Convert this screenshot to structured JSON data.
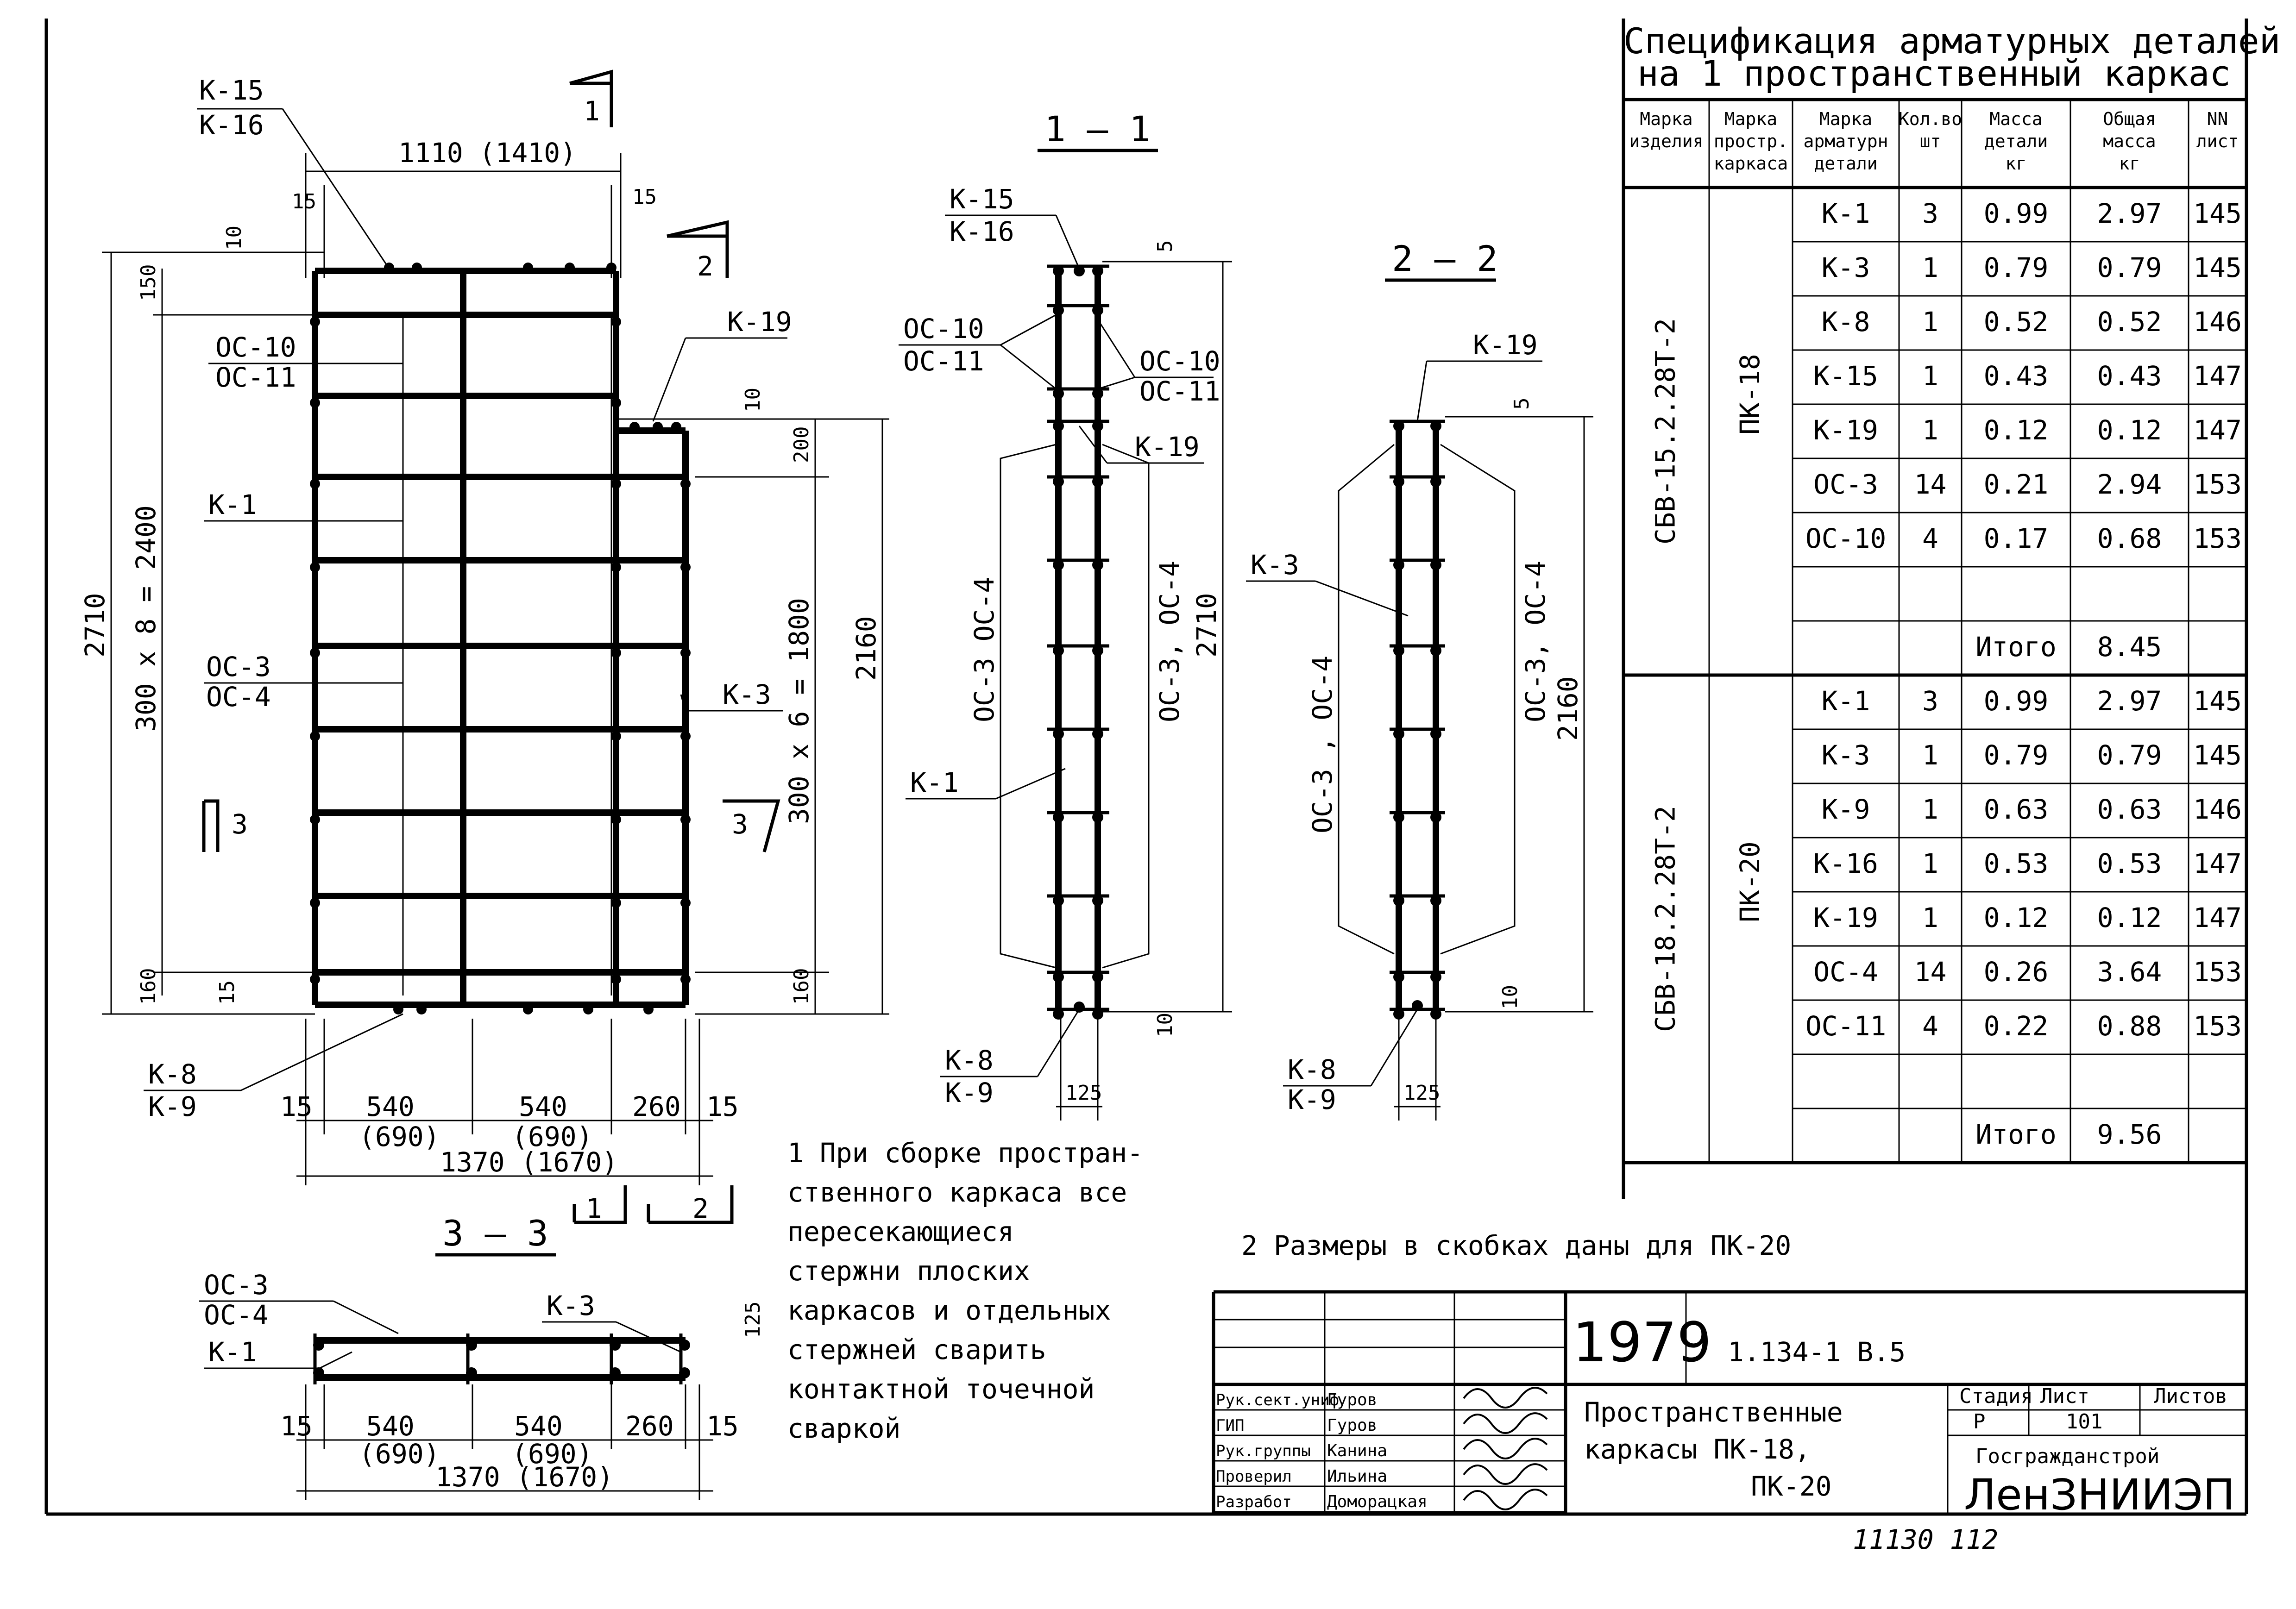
{
  "spec": {
    "title_line1": "Спецификация арматурных деталей",
    "title_line2": "на 1 пространственный каркас",
    "headers": {
      "mark_item": [
        "Марка",
        "изделия"
      ],
      "mark_frame": [
        "Марка",
        "простр.",
        "каркаса"
      ],
      "mark_detail": [
        "Марка",
        "арматурн",
        "детали"
      ],
      "qty": [
        "Кол.во",
        "шт"
      ],
      "mass": [
        "Масса",
        "детали",
        "кг"
      ],
      "total_mass": [
        "Общая",
        "масса",
        "кг"
      ],
      "sheet_no": [
        "NN",
        "лист"
      ]
    },
    "groups": [
      {
        "item": "СБВ-15.2.28Т-2",
        "frame": "ПК-18",
        "rows": [
          {
            "mark": "К-1",
            "qty": "3",
            "mass": "0.99",
            "total": "2.97",
            "sheet": "145"
          },
          {
            "mark": "К-3",
            "qty": "1",
            "mass": "0.79",
            "total": "0.79",
            "sheet": "145"
          },
          {
            "mark": "К-8",
            "qty": "1",
            "mass": "0.52",
            "total": "0.52",
            "sheet": "146"
          },
          {
            "mark": "К-15",
            "qty": "1",
            "mass": "0.43",
            "total": "0.43",
            "sheet": "147"
          },
          {
            "mark": "К-19",
            "qty": "1",
            "mass": "0.12",
            "total": "0.12",
            "sheet": "147"
          },
          {
            "mark": "ОС-3",
            "qty": "14",
            "mass": "0.21",
            "total": "2.94",
            "sheet": "153"
          },
          {
            "mark": "ОС-10",
            "qty": "4",
            "mass": "0.17",
            "total": "0.68",
            "sheet": "153"
          }
        ],
        "total_label": "Итого",
        "total_value": "8.45"
      },
      {
        "item": "СБВ-18.2.28Т-2",
        "frame": "ПК-20",
        "rows": [
          {
            "mark": "К-1",
            "qty": "3",
            "mass": "0.99",
            "total": "2.97",
            "sheet": "145"
          },
          {
            "mark": "К-3",
            "qty": "1",
            "mass": "0.79",
            "total": "0.79",
            "sheet": "145"
          },
          {
            "mark": "К-9",
            "qty": "1",
            "mass": "0.63",
            "total": "0.63",
            "sheet": "146"
          },
          {
            "mark": "К-16",
            "qty": "1",
            "mass": "0.53",
            "total": "0.53",
            "sheet": "147"
          },
          {
            "mark": "К-19",
            "qty": "1",
            "mass": "0.12",
            "total": "0.12",
            "sheet": "147"
          },
          {
            "mark": "ОС-4",
            "qty": "14",
            "mass": "0.26",
            "total": "3.64",
            "sheet": "153"
          },
          {
            "mark": "ОС-11",
            "qty": "4",
            "mass": "0.22",
            "total": "0.88",
            "sheet": "153"
          }
        ],
        "total_label": "Итого",
        "total_value": "9.56"
      }
    ]
  },
  "front_view": {
    "top_label": [
      "К-15",
      "К-16"
    ],
    "top_dim": "1110 (1410)",
    "side_dim_total": "2710",
    "side_dim_main": "300 x 8 = 2400",
    "dim_150": "150",
    "dim_160": "160",
    "dim_15": "15",
    "dim_10": "10",
    "os10_label": [
      "ОС-10",
      "ОС-11"
    ],
    "k19_label": "К-19",
    "k1_label": "К-1",
    "os3_label": [
      "ОС-3",
      "ОС-4"
    ],
    "k3_label": "К-3",
    "right_dim_total": "2160",
    "right_dim_main": "300 x 6 = 1800",
    "dim_200": "200",
    "k8_label": [
      "К-8",
      "К-9"
    ],
    "bottom_dims": [
      "15",
      "540",
      "540",
      "260",
      "15"
    ],
    "bottom_dims_alt": [
      "(690)",
      "(690)"
    ],
    "bottom_total": "1370 (1670)",
    "cut_1": "1",
    "cut_2": "2",
    "cut_3": "3"
  },
  "section_1": {
    "title": "1 — 1",
    "k15_label": [
      "К-15",
      "К-16"
    ],
    "os10_left": [
      "ОС-10",
      "ОС-11"
    ],
    "os10_right": [
      "ОС-10",
      "ОС-11"
    ],
    "k19_label": "К-19",
    "left_mark": "ОС-3  ОС-4",
    "right_mark": "ОС-3, ОС-4",
    "height": "2710",
    "k1_label": "К-1",
    "k8_label": [
      "К-8",
      "К-9"
    ],
    "dim_5": "5",
    "dim_10": "10",
    "dim_125": "125"
  },
  "section_2": {
    "title": "2 — 2",
    "k19_label": "К-19",
    "k3_label": "К-3",
    "left_mark": "ОС-3 , ОС-4",
    "right_mark": "ОС-3, ОС-4",
    "height": "2160",
    "k8_label": [
      "К-8",
      "К-9"
    ],
    "dim_5": "5",
    "dim_10": "10",
    "dim_125": "125"
  },
  "section_3": {
    "title": "3 — 3",
    "os3_label": [
      "ОС-3",
      "ОС-4"
    ],
    "k1_label": "К-1",
    "k3_label": "К-3",
    "dim_125": "125",
    "bottom_dims": [
      "15",
      "540",
      "540",
      "260",
      "15"
    ],
    "bottom_dims_alt": [
      "(690)",
      "(690)"
    ],
    "bottom_total": "1370 (1670)"
  },
  "notes": {
    "note1_lines": [
      "1 При сборке простран-",
      "ственного каркаса все",
      "пересекающиеся",
      "стержни плоских",
      "каркасов и отдельных",
      "стержней сварить",
      "контактной точечной",
      "сваркой"
    ],
    "note2": "2 Размеры в скобках даны для ПК-20"
  },
  "title_block": {
    "year": "1979",
    "code": "1.134-1  В.5",
    "roles": [
      "Рук.сект.униф",
      "ГИП",
      "Рук.группы",
      "Проверил",
      "Разработ"
    ],
    "names": [
      "Гуров",
      "Гуров",
      "Канина",
      "Ильина",
      "Доморацкая"
    ],
    "title_lines": [
      "Пространственные",
      "каркасы  ПК-18,",
      "ПК-20"
    ],
    "stage_label": "Стадия",
    "sheet_label": "Лист",
    "sheets_label": "Листов",
    "stage": "Р",
    "sheet": "101",
    "org1": "Госгражданстрой",
    "org2": "ЛенЗНИИЭП",
    "footer": "11130   112"
  }
}
